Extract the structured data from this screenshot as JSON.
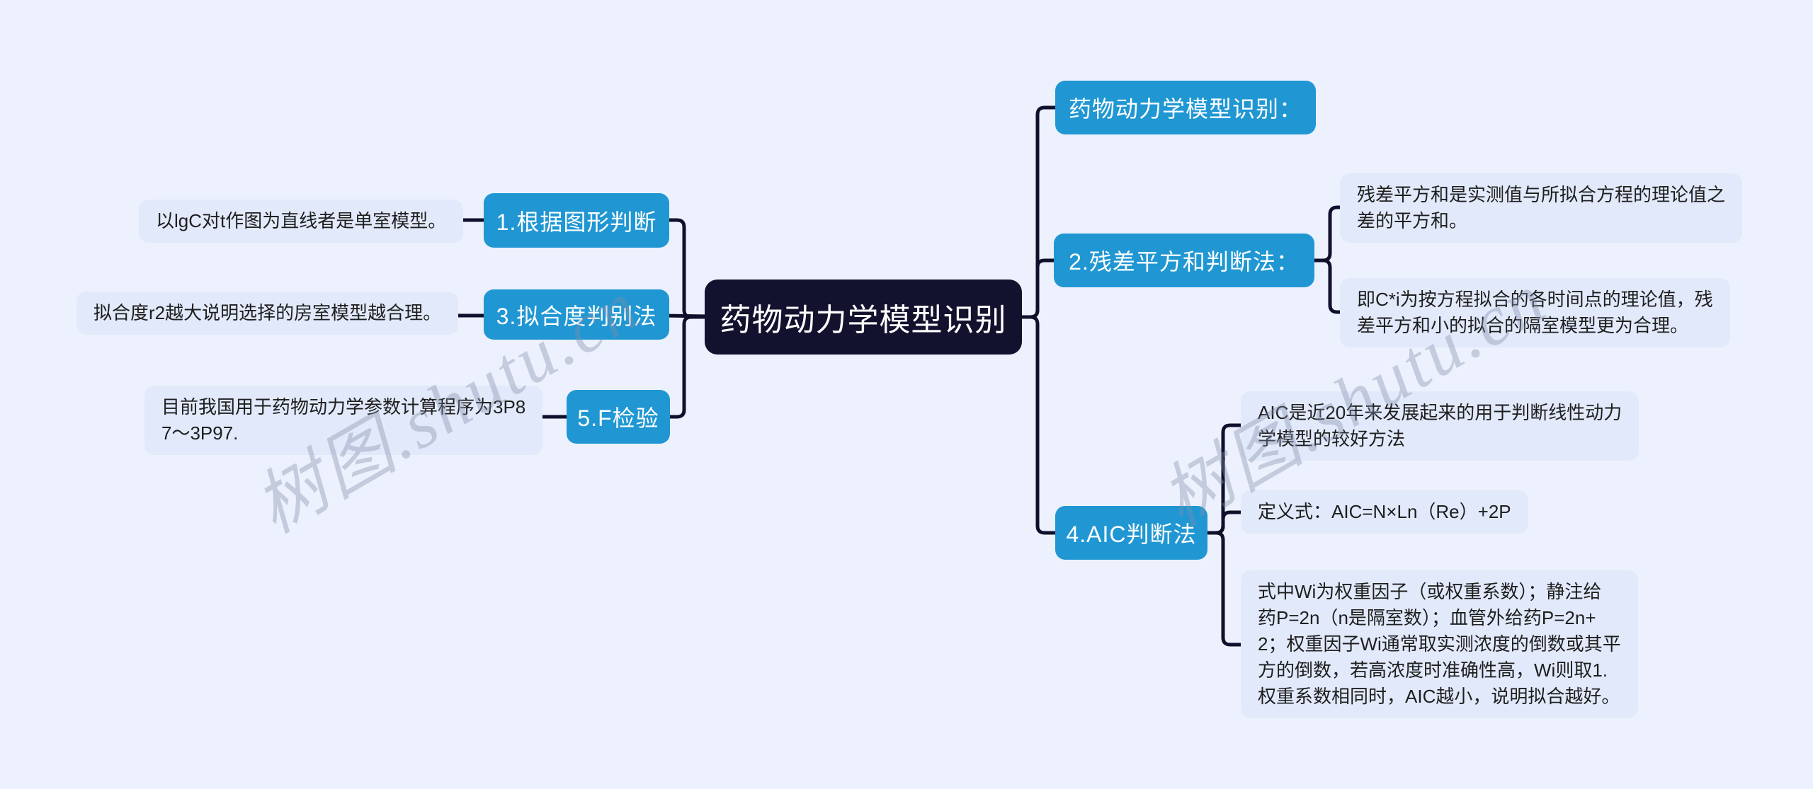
{
  "root": {
    "label": "药物动力学模型识别"
  },
  "left": {
    "topic1": {
      "label": "1.根据图形判断",
      "note": "以lgC对t作图为直线者是单室模型。"
    },
    "topic3": {
      "label": "3.拟合度判别法",
      "note": "拟合度r2越大说明选择的房室模型越合理。"
    },
    "topic5": {
      "label": "5.F检验",
      "note": "目前我国用于药物动力学参数计算程序为3P8\n7～3P97."
    }
  },
  "right": {
    "header": {
      "label": "药物动力学模型识别："
    },
    "topic2": {
      "label": "2.残差平方和判断法：",
      "note1": "残差平方和是实测值与所拟合方程的理论值之\n差的平方和。",
      "note2": "即C*i为按方程拟合的各时间点的理论值，残\n差平方和小的拟合的隔室模型更为合理。"
    },
    "topic4": {
      "label": "4.AIC判断法",
      "note1": "AIC是近20年来发展起来的用于判断线性动力\n学模型的较好方法",
      "note2": "定义式：AIC=N×Ln（Re）+2P",
      "note3": "式中Wi为权重因子（或权重系数）；静注给\n药P=2n（n是隔室数）；血管外给药P=2n+\n2；权重因子Wi通常取实测浓度的倒数或其平\n方的倒数，若高浓度时准确性高，Wi则取1.\n权重系数相同时，AIC越小，说明拟合越好。"
    }
  },
  "watermark": {
    "text": "树图.shutu.cn"
  },
  "colors": {
    "background": "#ecf1fd",
    "topic_blue": "#2097d3",
    "root_navy": "#12122e",
    "connector": "#10102c",
    "note_bg": "#e2e9fa",
    "note_text": "#1e1e1e"
  }
}
